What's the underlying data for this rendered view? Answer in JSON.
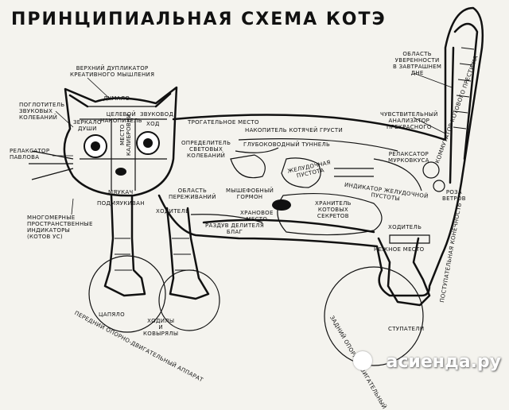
{
  "title": "ПРИНЦИПИАЛЬНАЯ СХЕМА КОТЭ",
  "labels": {
    "duplicator": "ВЕРХНИЙ ДУПЛИКАТОР\nКРЕАТИВНОГО МЫШЛЕНИЯ",
    "dumalo": "ДУМАЛО",
    "poglotitel": "ПОГЛОТИТЕЛЬ\nЗВУКОВЫХ\nКОЛЕБАНИЙ",
    "zerkalo": "ЗЕРКАЛО\nДУШИ",
    "nakopitel_head": "ЦЕЛЕВОЙ\nНАКОПИТЕЛЬ",
    "zvukovod": "ЗВУКОВОД",
    "hod": "ХОД",
    "trogatelnoe": "ТРОГАТЕЛЬНОЕ МЕСТО",
    "nakopitel_grusti": "НАКОПИТЕЛЬ КОТЯЧЕЙ ГРУСТИ",
    "oblast_uverennosti": "ОБЛАСТЬ\nУВЕРЕННОСТИ\nВ ЗАВТРАШНЕМ\nДНЕ",
    "chuvstvitelny": "ЧУВСТВИТЕЛЬНЫЙ\nАНАЛИЗАТОР\nПРЕКРАСНОГО",
    "relaksator_pavlova": "РЕЛАКСАТОР\nПАВЛОВА",
    "opredelitel": "ОПРЕДЕЛИТЕЛЬ\nСВЕТОВЫХ\nКОЛЕБАНИЙ",
    "gluboch": "ГЛУБОКОВОДНЫЙ ТУННЕЛЬ",
    "relaksator_murk": "РЕЛАКСАТОР\nМУРКОВКУСА",
    "mesto_kalibrovki": "МЕСТО\nКАЛИБРОВКИ",
    "zheludochnaya": "ЖЕЛУДОЧНАЯ\nПУСТОТА",
    "kommutator": "КОММУТАТОР КОТОВОГО ПРЕСТИЖА",
    "myaukach": "МЯУКАЧ",
    "oblast_perezhivaniy": "ОБЛАСТЬ\nПЕРЕЖИВАНИЙ",
    "myshefobny": "МЫШЕФОБНЫЙ\nГОРМОН",
    "indikator": "ИНДИКАТОР ЖЕЛУДОЧНОЙ\nПУСТОТЫ",
    "podmyaukivan": "ПОДМЯУКИВАН",
    "hoditel_front": "ХОДИТЕЛЬ",
    "khranitel": "ХРАНИТЕЛЬ\nКОТОВЫХ\nСЕКРЕТОВ",
    "roza": "РОЗА\nВЕТРОВ",
    "mnogomernye": "МНОГОМЕРНЫЕ\nПРОСТРАНСТВЕННЫЕ\nИНДИКАТОРЫ\n(КОТОВ УС)",
    "hranitelnoe": "ХРАНОВОЕ\nМЕСТО",
    "razdel": "РАЗДУВ ДЕЛИТЕЛЯ\nБЛАГ",
    "hoditel_back": "ХОДИТЕЛЬ",
    "nezhnoe": "НЕЖНОЕ МЕСТО",
    "postupatelnaya": "ПОСТУПАТЕЛЬНАЯ КОНЕЧНОСТЬ",
    "tsaryapo": "ЦАПЯЛО",
    "hodily": "ХОДИЛЫ\nИ\nКОВЫРЯЛЫ",
    "perednii": "ПЕРЕДНИЙ ОПОРНО-ДВИГАТЕЛЬНЫЙ АППАРАТ",
    "zadniy": "ЗАДНИЙ ОПОРНО-ДВИГАТЕЛЬНЫЙ",
    "stupateli": "СТУПАТЕЛИ"
  },
  "watermark": "асиенда.ру"
}
